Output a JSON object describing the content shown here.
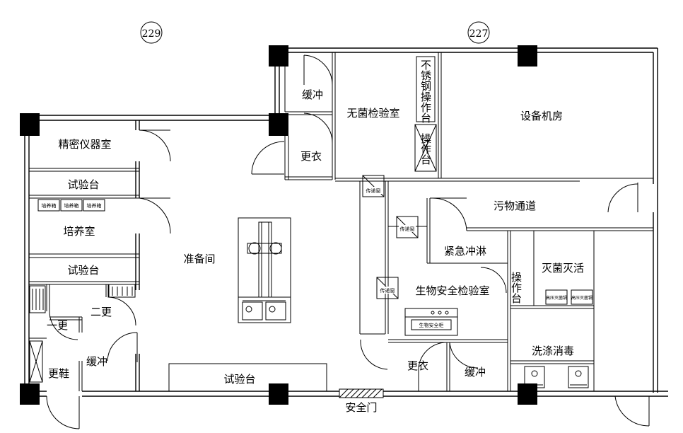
{
  "grid_markers": [
    "229",
    "227"
  ],
  "rooms": {
    "precision_instrument": "精密仪器室",
    "test_bench_1": "试验台",
    "culture_room": "培养室",
    "test_bench_2": "试验台",
    "first_change": "一更",
    "second_change": "二更",
    "buffer_left": "缓冲",
    "shoe_change": "更鞋",
    "prep_room": "准备间",
    "test_bench_bottom": "试验台",
    "buffer_top": "缓冲",
    "change_top": "更衣",
    "sterile_lab": "无菌检验室",
    "stainless_bench": "不锈钢操作台",
    "bench_cross": "操作台",
    "equipment_room": "设备机房",
    "waste_corridor": "污物通道",
    "emergency_shower": "紧急冲淋",
    "biosafety_lab": "生物安全检验室",
    "operation_bench": "操作台",
    "sterilization": "灭菌灭活",
    "wash_disinfect": "洗涤消毒",
    "change_bottom": "更衣",
    "buffer_bottom": "缓冲",
    "safety_door": "安全门"
  },
  "equipment": {
    "incubators": [
      "培养箱",
      "培养箱",
      "培养箱"
    ],
    "pass_box_1": "传递窗",
    "pass_box_2": "传递窗",
    "pass_box_3": "传递窗",
    "biosafety_cabinet": "生物安全柜",
    "autoclave_1": "高压灭菌锅",
    "autoclave_2": "高压灭菌锅"
  }
}
